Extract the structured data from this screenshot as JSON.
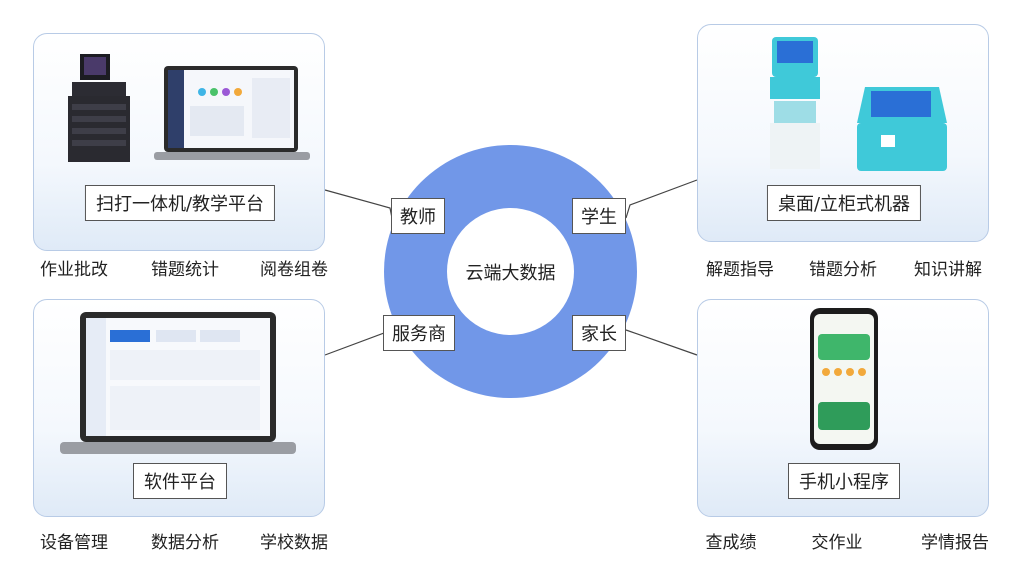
{
  "center": {
    "label": "云端大数据"
  },
  "roles": {
    "teacher": "教师",
    "student": "学生",
    "provider": "服务商",
    "parent": "家长"
  },
  "panels": {
    "top_left": {
      "label": "扫打一体机/教学平台",
      "features": [
        "作业批改",
        "错题统计",
        "阅卷组卷"
      ]
    },
    "top_right": {
      "label": "桌面/立柜式机器",
      "features": [
        "解题指导",
        "错题分析",
        "知识讲解"
      ]
    },
    "bottom_left": {
      "label": "软件平台",
      "features": [
        "设备管理",
        "数据分析",
        "学校数据"
      ]
    },
    "bottom_right": {
      "label": "手机小程序",
      "features": [
        "查成绩",
        "交作业",
        "学情报告"
      ]
    }
  },
  "colors": {
    "ring": "#7197e8",
    "panel_border": "#b8cbe6",
    "kiosk": "#3fc9d9"
  },
  "icons": [
    "copier-machine",
    "laptop",
    "standing-kiosk",
    "desktop-kiosk",
    "smartphone"
  ]
}
